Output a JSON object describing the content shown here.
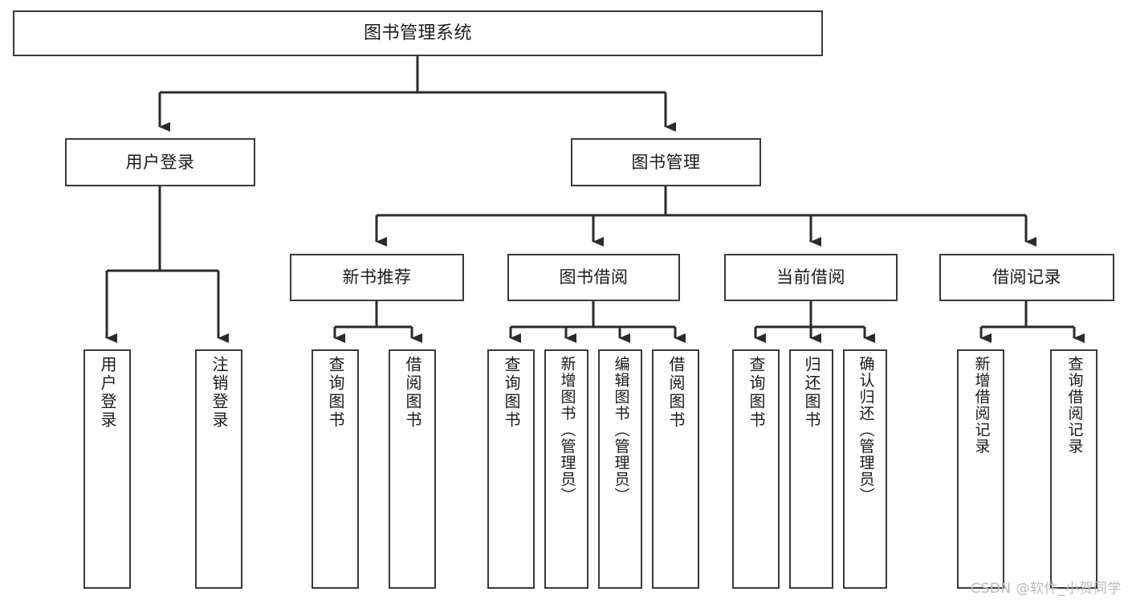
{
  "diagram": {
    "title": "图书管理系统",
    "type": "功能结构图",
    "colors": {
      "box_border": "#3a3a3a",
      "box_fill": "#ffffff",
      "connector": "#2b2b2b",
      "text": "#1a1a1a",
      "watermark": "#b9b9b9"
    },
    "root": {
      "label": "图书管理系统"
    },
    "level2": [
      {
        "id": "user-login",
        "label": "用户登录"
      },
      {
        "id": "book-management",
        "label": "图书管理"
      }
    ],
    "level3": [
      {
        "id": "new-book-recommend",
        "label": "新书推荐"
      },
      {
        "id": "book-borrow",
        "label": "图书借阅"
      },
      {
        "id": "current-borrow",
        "label": "当前借阅"
      },
      {
        "id": "borrow-record",
        "label": "借阅记录"
      }
    ],
    "leaves": [
      {
        "id": "leaf-user-login",
        "label": "用户登录",
        "parent": "user-login"
      },
      {
        "id": "leaf-logout-login",
        "label": "注销登录",
        "parent": "user-login"
      },
      {
        "id": "leaf-query-book-1",
        "label": "查询图书",
        "parent": "new-book-recommend"
      },
      {
        "id": "leaf-borrow-book-1",
        "label": "借阅图书",
        "parent": "new-book-recommend"
      },
      {
        "id": "leaf-query-book-2",
        "label": "查询图书",
        "parent": "book-borrow"
      },
      {
        "id": "leaf-add-book",
        "label": "新增图书（管理员）",
        "parent": "book-borrow"
      },
      {
        "id": "leaf-edit-book",
        "label": "编辑图书（管理员）",
        "parent": "book-borrow"
      },
      {
        "id": "leaf-borrow-book-2",
        "label": "借阅图书",
        "parent": "book-borrow"
      },
      {
        "id": "leaf-query-book-3",
        "label": "查询图书",
        "parent": "current-borrow"
      },
      {
        "id": "leaf-return-book",
        "label": "归还图书",
        "parent": "current-borrow"
      },
      {
        "id": "leaf-confirm-return",
        "label": "确认归还（管理员）",
        "parent": "current-borrow"
      },
      {
        "id": "leaf-add-record",
        "label": "新增借阅记录",
        "parent": "borrow-record"
      },
      {
        "id": "leaf-query-record",
        "label": "查询借阅记录",
        "parent": "borrow-record"
      }
    ],
    "watermark": "CSDN @软件_小贺同学"
  }
}
